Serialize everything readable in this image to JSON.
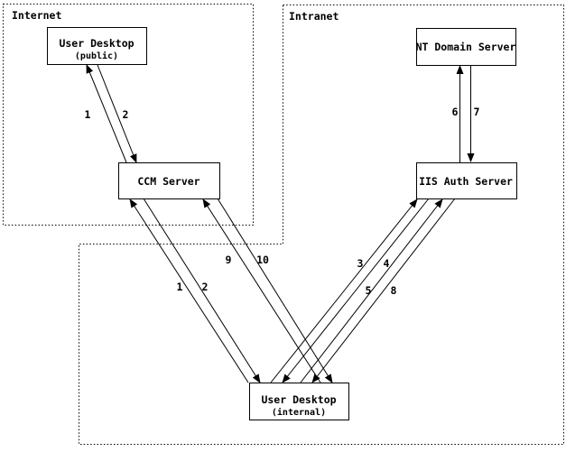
{
  "zones": {
    "internet": {
      "label": "Internet"
    },
    "intranet": {
      "label": "Intranet"
    }
  },
  "nodes": {
    "user_desktop_public": {
      "title": "User Desktop",
      "subtitle": "(public)"
    },
    "ccm_server": {
      "title": "CCM Server"
    },
    "nt_domain_server": {
      "title": "NT Domain Server"
    },
    "iis_auth_server": {
      "title": "IIS Auth Server"
    },
    "user_desktop_internal": {
      "title": "User Desktop",
      "subtitle": "(internal)"
    }
  },
  "edge_labels": {
    "internet_step_1": "1",
    "internet_step_2": "2",
    "domain_step_6": "6",
    "domain_step_7": "7",
    "ccm_step_1": "1",
    "ccm_step_2": "2",
    "ccm_step_9": "9",
    "ccm_step_10": "10",
    "iis_step_3": "3",
    "iis_step_4": "4",
    "iis_step_5": "5",
    "iis_step_8": "8"
  },
  "colors": {
    "line": "#000000",
    "background": "#ffffff"
  }
}
